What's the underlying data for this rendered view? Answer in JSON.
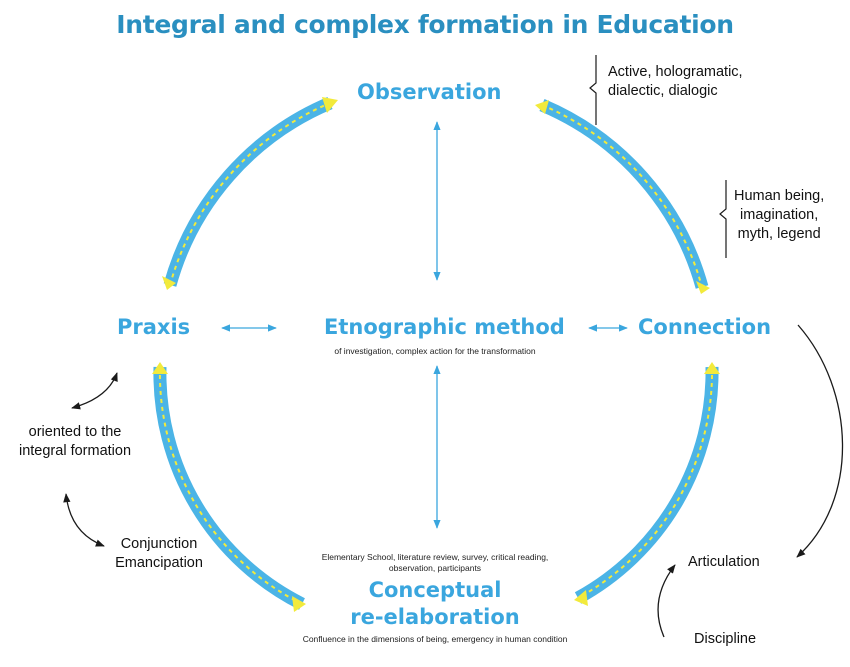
{
  "title": "Integral and complex formation in Education",
  "nodes": {
    "observation": "Observation",
    "praxis": "Praxis",
    "method": "Etnographic method",
    "method_sub": "of investigation, complex action for the transformation",
    "connection": "Connection",
    "conceptual_line1": "Conceptual",
    "conceptual_line2": "re-elaboration",
    "conceptual_above_line1": "Elementary School, literature review, survey, critical reading,",
    "conceptual_above_line2": "observation, participants",
    "conceptual_below": "Confluence in the dimensions of being, emergency in human condition"
  },
  "notes": {
    "active_line1": "Active, hologramatic,",
    "active_line2": "dialectic, dialogic",
    "human_line1": "Human being,",
    "human_line2": "imagination,",
    "human_line3": "myth, legend",
    "oriented_line1": "oriented to the",
    "oriented_line2": "integral formation",
    "conjunction_line1": "Conjunction",
    "conjunction_line2": "Emancipation",
    "articulation": "Articulation",
    "discipline": "Discipline"
  },
  "colors": {
    "title": "#2a8fc0",
    "node": "#3aa6de",
    "band": "#4bb4e6",
    "band_dash": "#f2ea3c",
    "arrow_blue": "#3aa6de",
    "arrow_black": "#1a1a1a"
  }
}
